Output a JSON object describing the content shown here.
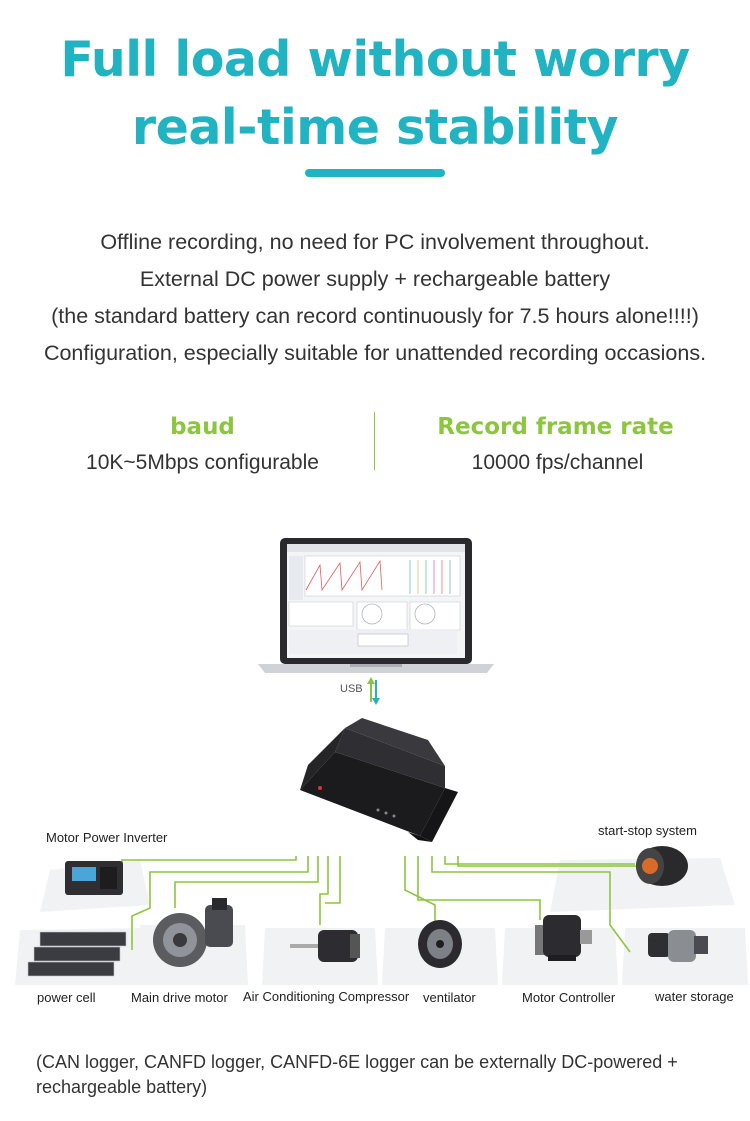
{
  "headline": {
    "line1": "Full load without worry",
    "line2": "real-time stability"
  },
  "description": [
    "Offline recording, no need for PC involvement throughout.",
    "External DC power supply + rechargeable battery",
    "(the standard battery can record continuously for 7.5 hours alone!!!!)",
    "Configuration, especially suitable for unattended recording occasions."
  ],
  "specs": [
    {
      "label": "baud",
      "value": "10K~5Mbps configurable"
    },
    {
      "label": "Record frame rate",
      "value": "10000 fps/channel"
    }
  ],
  "diagram": {
    "usb_label": "USB",
    "components": {
      "motor_power_inverter": "Motor Power Inverter",
      "start_stop_system": "start-stop system",
      "power_cell": "power cell",
      "main_drive_motor": "Main drive motor",
      "ac_compressor": "Air Conditioning Compressor",
      "ventilator": "ventilator",
      "motor_controller": "Motor Controller",
      "water_storage": "water storage"
    },
    "colors": {
      "wire": "#8cc63e",
      "usb_arrow_up": "#8cc63e",
      "usb_arrow_down": "#22b3c3"
    }
  },
  "footnote": "(CAN logger, CANFD logger, CANFD-6E logger can be externally DC-powered + rechargeable battery)",
  "colors": {
    "accent": "#22b3c3",
    "spec_green": "#8cc63e"
  }
}
